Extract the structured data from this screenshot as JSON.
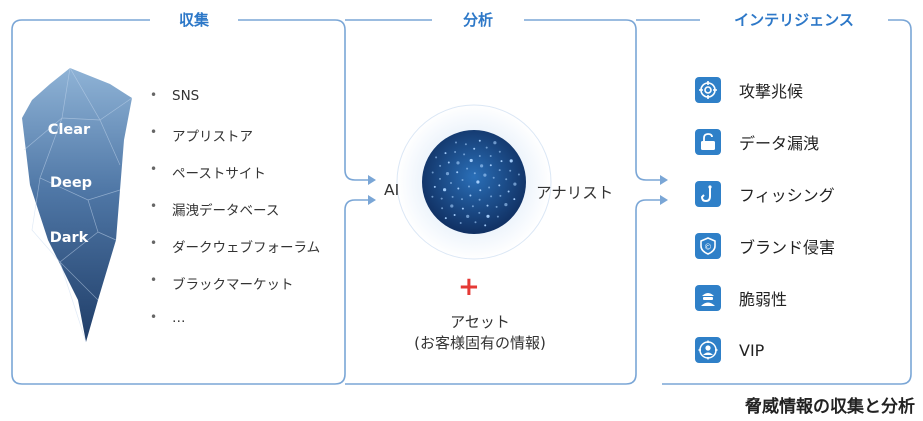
{
  "headers": {
    "collection": "収集",
    "analysis": "分析",
    "intelligence": "インテリジェンス"
  },
  "iceberg": {
    "levels": [
      "Clear",
      "Deep",
      "Dark"
    ]
  },
  "sources": [
    "SNS",
    "アプリストア",
    "ペーストサイト",
    "漏洩データベース",
    "ダークウェブフォーラム",
    "ブラックマーケット",
    "…"
  ],
  "analysis": {
    "ai_label": "AI",
    "analyst_label": "アナリスト",
    "plus": "+",
    "asset_line1": "アセット",
    "asset_line2": "(お客様固有の情報)"
  },
  "intelligence": [
    {
      "label": "攻撃兆候",
      "icon": "target-icon"
    },
    {
      "label": "データ漏洩",
      "icon": "unlock-icon"
    },
    {
      "label": "フィッシング",
      "icon": "fishhook-icon"
    },
    {
      "label": "ブランド侵害",
      "icon": "copyright-shield-icon"
    },
    {
      "label": "脆弱性",
      "icon": "hacker-icon"
    },
    {
      "label": "VIP",
      "icon": "person-target-icon"
    }
  ],
  "caption": "脅威情報の収集と分析",
  "colors": {
    "accent": "#2d78c8",
    "panel_border": "#7aa6d6",
    "plus": "#e53935",
    "iceberg": "#5b7fa8"
  }
}
